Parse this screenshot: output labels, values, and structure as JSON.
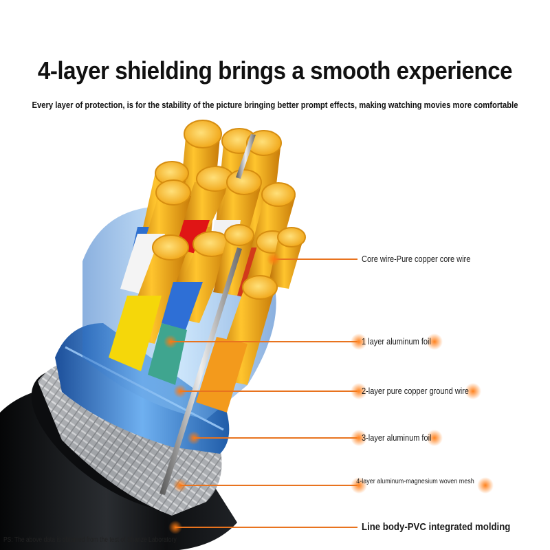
{
  "headline": "4-layer shielding brings a smooth experience",
  "subheadline": "Every layer of protection, is for the stability of the picture bringing better prompt effects, making watching movies more comfortable",
  "callouts": [
    {
      "label": "Core wire-Pure copper core wire"
    },
    {
      "label": "1 layer aluminum foil"
    },
    {
      "label": "2-layer pure copper ground wire"
    },
    {
      "label": "3-layer aluminum foil"
    },
    {
      "label": "4-layer aluminum-magnesium woven mesh"
    },
    {
      "label": "Line body-PVC integrated molding"
    }
  ],
  "footnote": "PS: The above data is obtained from the test of Shanze Laboratory",
  "colors": {
    "accent": "#e8731e",
    "copper": "#f2a81a",
    "jacket": "#15171a",
    "foil_blue": "#2f7fd6"
  }
}
